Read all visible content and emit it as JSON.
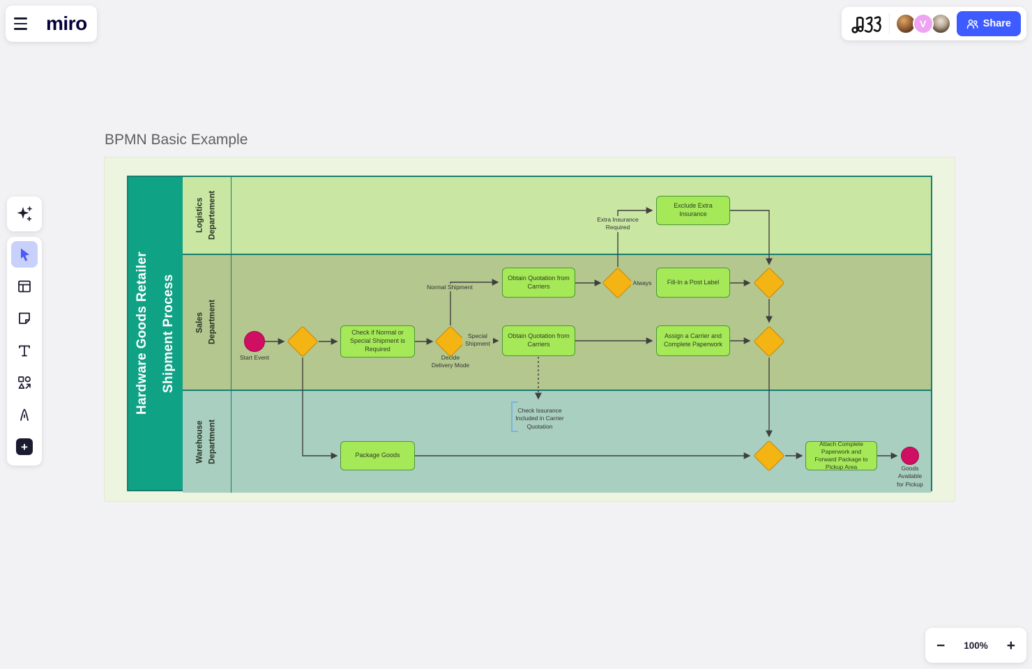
{
  "header": {
    "logo_text": "miro",
    "share_label": "Share",
    "collaborators": [
      {
        "type": "photo"
      },
      {
        "type": "initial",
        "initial": "V",
        "color": "#efa4f2"
      },
      {
        "type": "photo"
      }
    ]
  },
  "icons": [
    "hamburger-icon",
    "music-doodle-icon",
    "share-people-icon",
    "ai-sparkle-icon",
    "select-cursor-icon",
    "frames-icon",
    "sticky-note-icon",
    "text-icon",
    "shapes-icon",
    "pen-icon",
    "plus-icon",
    "minus-icon"
  ],
  "frame": {
    "title": "BPMN Basic Example"
  },
  "pool": {
    "title": "Hardware Goods Retailer\nShipment Process"
  },
  "lanes": [
    {
      "label": "Logistics\nDepartement",
      "color": "#c9e6a3"
    },
    {
      "label": "Sales\nDepartment",
      "color": "#b4c78e"
    },
    {
      "label": "Warehouse\nDepartment",
      "color": "#a9cfc0"
    }
  ],
  "nodes": {
    "start_event": "Start Event",
    "task_check": "Check if Normal or Special Shipment is Required",
    "gateway_decide": "Decide\nDelivery Mode",
    "label_normal": "Normal Shipment",
    "label_special": "Special\nShipment",
    "task_obtain_top": "Obtain Quotation from Carriers",
    "label_always": "Always",
    "label_extra_insurance": "Extra Insurance\nRequired",
    "task_exclude": "Exclude Extra Insurance",
    "task_fillin": "Fill-In a Post Label",
    "task_obtain_bottom": "Obtain Quotation from Carriers",
    "task_assign": "Assign a Carrier and Complete Paperwork",
    "annotation": "Check Issurance\nIncluded in Carrier\nQuotation",
    "task_package": "Package Goods",
    "task_attach": "Attach Complete Paperwork and Forward Package to Pickup Area",
    "end_event": "Goods\nAvailable\nfor Pickup"
  },
  "colors": {
    "pool_header": "#10a285",
    "lane_border": "#177d6e",
    "task_fill": "#a6e958",
    "task_border": "#4d9438",
    "gateway_fill": "#f4b413",
    "event_fill": "#d00e62",
    "frame_bg": "#edf4e0",
    "share_button": "#3d5bff",
    "annotation_bracket": "#7cb1e6"
  },
  "zoom": {
    "minus": "−",
    "level": "100%",
    "plus": "+"
  }
}
